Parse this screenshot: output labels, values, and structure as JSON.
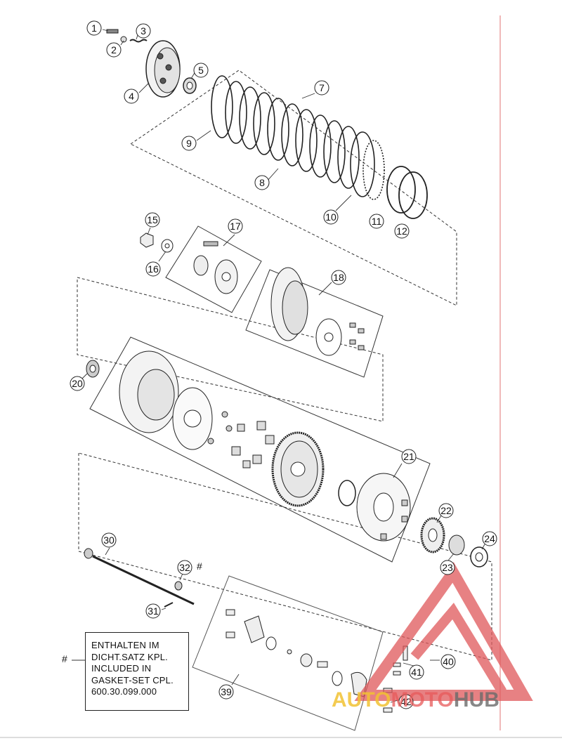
{
  "callouts": [
    {
      "id": "1"
    },
    {
      "id": "2"
    },
    {
      "id": "3"
    },
    {
      "id": "4"
    },
    {
      "id": "5"
    },
    {
      "id": "7"
    },
    {
      "id": "8"
    },
    {
      "id": "9"
    },
    {
      "id": "10"
    },
    {
      "id": "11"
    },
    {
      "id": "12"
    },
    {
      "id": "15"
    },
    {
      "id": "16"
    },
    {
      "id": "17"
    },
    {
      "id": "18"
    },
    {
      "id": "20"
    },
    {
      "id": "21"
    },
    {
      "id": "22"
    },
    {
      "id": "23"
    },
    {
      "id": "24"
    },
    {
      "id": "30"
    },
    {
      "id": "31"
    },
    {
      "id": "32"
    },
    {
      "id": "39"
    },
    {
      "id": "40"
    },
    {
      "id": "41"
    },
    {
      "id": "42"
    }
  ],
  "note": {
    "marker": "#",
    "lines": [
      "ENTHALTEN IM",
      "DICHT.SATZ KPL.",
      "INCLUDED IN",
      "GASKET-SET CPL.",
      "600.30.099.000"
    ]
  },
  "part_32_marker": "#",
  "watermark": {
    "part1": "AUTO",
    "part2": "MOTO",
    "part3": "HUB"
  },
  "colors": {
    "line": "#333333",
    "margin_rule": "#e06060",
    "watermark_red": "#e0585a",
    "watermark_yellow": "#f2c233"
  }
}
